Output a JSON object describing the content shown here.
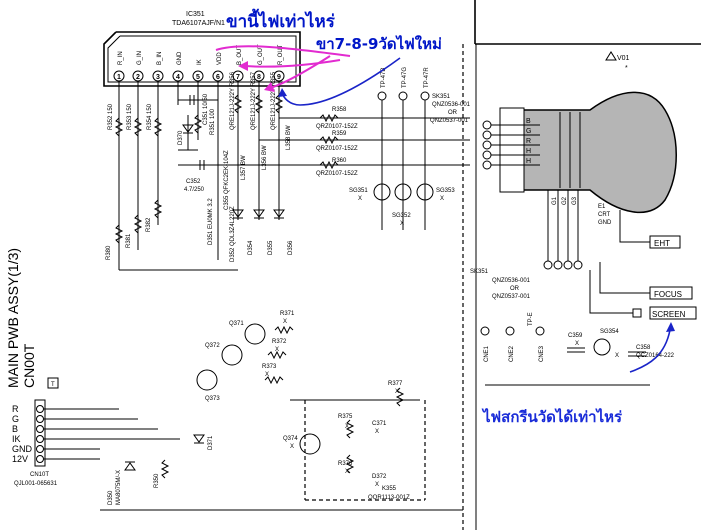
{
  "annotations": {
    "pin_voltage_question": "ขานี้ไฟเท่าไหร่",
    "pins_new_voltage": "ขา7-8-9วัดไฟใหม่",
    "screen_voltage_note": "ไฟสกรีนวัดได้เท่าไหร่"
  },
  "ic": {
    "ref": "IC351",
    "part": "TDA6107AJF/N1",
    "pins": [
      {
        "num": "1",
        "name": "R_IN"
      },
      {
        "num": "2",
        "name": "G_IN"
      },
      {
        "num": "3",
        "name": "B_IN"
      },
      {
        "num": "4",
        "name": "GND"
      },
      {
        "num": "5",
        "name": "IK"
      },
      {
        "num": "6",
        "name": "VDD"
      },
      {
        "num": "7",
        "name": "B_OUT"
      },
      {
        "num": "8",
        "name": "G_OUT"
      },
      {
        "num": "9",
        "name": "R_OUT"
      }
    ]
  },
  "board": {
    "title": "MAIN PWB ASSY(1/3)",
    "connector_id": "CN00T",
    "connector_mark": "T"
  },
  "cn10t": {
    "ref": "CN10T",
    "part": "QJL001-065631",
    "pins": [
      "R",
      "G",
      "B",
      "IK",
      "GND",
      "12V"
    ]
  },
  "crt": {
    "ref": "V01",
    "star": "*",
    "grid_labels": [
      "G1",
      "G2",
      "G3"
    ],
    "side_labels": [
      "E1",
      "CRT",
      "GND"
    ],
    "eht": "EHT",
    "focus": "FOCUS",
    "screen": "SCREEN"
  },
  "sockets": {
    "sk351_top": {
      "ref": "SK351",
      "part1": "QNZ0536-001",
      "or": "OR",
      "part2": "QNZ0537-001"
    },
    "sk351_bottom": {
      "ref": "SK351",
      "part1": "QNZ0536-001",
      "or": "OR",
      "part2": "QNZ0537-001"
    },
    "crt_pins": [
      "B",
      "G",
      "R",
      "H",
      "H"
    ]
  },
  "test_points": {
    "tp47b": "TP-47B",
    "tp47g": "TP-47G",
    "tp47r": "TP-47R",
    "tpe": "TP-E",
    "cne1": "CNE1",
    "cne2": "CNE2",
    "cne3": "CNE3"
  },
  "components": {
    "r352": "R352 150",
    "r353": "R353 150",
    "r354": "R354 150",
    "c351": "C351 10/50",
    "r351": "R351 100",
    "d370": "D370",
    "r356": "QRE121J-222Y R356",
    "r357": "QRE121J-222Y R357",
    "r355": "QRE121J-222Y R355",
    "l357": "L357 BW",
    "l356": "L356 BW",
    "l358": "L358 BW",
    "c355": "C355 QFKC2EK-104Z",
    "c352": "C352",
    "c352_val": "4.7/250",
    "r358": "R358",
    "r358_part": "QRZ0107-152Z",
    "r359": "R359",
    "r359_part": "QRZ0107-152Z",
    "r360": "R360",
    "r360_part": "QRZ0107-152Z",
    "sg351": "SG351",
    "sg352": "SG352",
    "sg353": "SG353",
    "x": "X",
    "d351": "D351 EU0MK 3.2",
    "d352b": "D352 QDL3Z4L220Z",
    "d354": "D354",
    "d355": "D355",
    "d356": "D356",
    "r380": "R380",
    "r381": "R381",
    "r382": "R382",
    "q371": "Q371",
    "q372": "Q372",
    "q373": "Q373",
    "q374": "Q374",
    "r371": "R371",
    "r372": "R372",
    "r373": "R373",
    "r377": "R377",
    "r375": "R375",
    "r376": "R376",
    "c371": "C371",
    "d371": "D371",
    "d372": "D372",
    "k355": "K355",
    "k355_part": "QQR1113-001Z",
    "d350": "D350",
    "d350_part": "MA8075M/-X",
    "r350": "R350",
    "c359": "C359",
    "sg354": "SG354",
    "c358": "C358",
    "c358_part": "QCZ0164-222"
  }
}
